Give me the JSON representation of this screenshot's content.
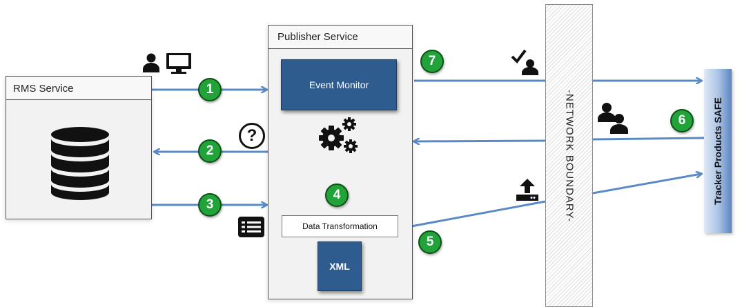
{
  "services": {
    "rms": {
      "title": "RMS Service"
    },
    "publisher": {
      "title": "Publisher Service",
      "event_monitor": "Event Monitor",
      "data_transformation": "Data Transformation",
      "xml": "XML"
    }
  },
  "boundary": {
    "label": "-NETWORK  BOUNDARY-"
  },
  "target": {
    "label": "Tracker Products SAFE"
  },
  "steps": [
    "1",
    "2",
    "3",
    "4",
    "5",
    "6",
    "7"
  ],
  "icons": {
    "user_computer": [
      "user-icon",
      "computer-icon"
    ],
    "database": "database-icon",
    "question": "question-mark-icon",
    "list": "list-icon",
    "gears": "gears-icon",
    "user_check": "user-check-icon",
    "users": "users-icon",
    "upload": "upload-icon",
    "question_glyph": "?"
  },
  "colors": {
    "arrow": "#5a8ac6",
    "box_dark": "#2f5c8f",
    "badge": "#22a33a",
    "badge_border": "#0c5016"
  }
}
